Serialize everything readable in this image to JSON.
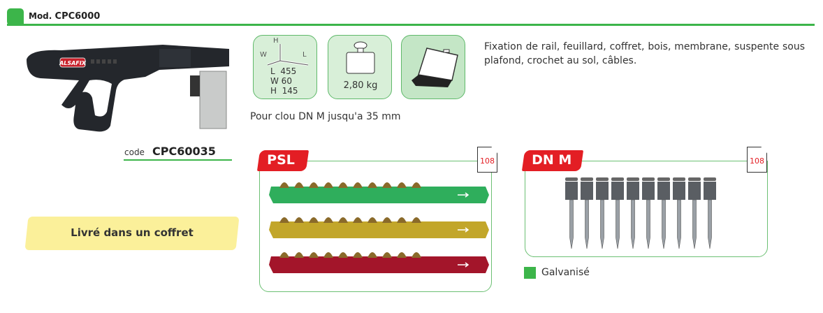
{
  "header": {
    "prefix": "Mod.",
    "model": "CPC6000"
  },
  "product_image": {
    "logo_text": "ALSAFIX"
  },
  "code": {
    "label": "code",
    "value": "CPC60035"
  },
  "delivery_note": "Livré dans un coffret",
  "specs": {
    "dimensions": {
      "axis_h": "H",
      "axis_w": "W",
      "axis_l": "L",
      "l": "L  455",
      "w": "W 60",
      "h": "H  145"
    },
    "weight": "2,80 kg",
    "case_icon": "case-icon"
  },
  "compatibility": "Pour clou DN M jusqu'a 35 mm",
  "description": "Fixation de rail, feuillard, coffret, bois, membrane, suspente sous plafond, crochet au sol, câbles.",
  "accessories": [
    {
      "tag": "PSL",
      "page": "108",
      "strip_colors": [
        "#2fae5c",
        "#c2a62a",
        "#a3152a"
      ]
    },
    {
      "tag": "DN M",
      "page": "108",
      "nail_count": 10
    }
  ],
  "legend": {
    "label": "Galvanisé",
    "color": "#3cb54a"
  }
}
